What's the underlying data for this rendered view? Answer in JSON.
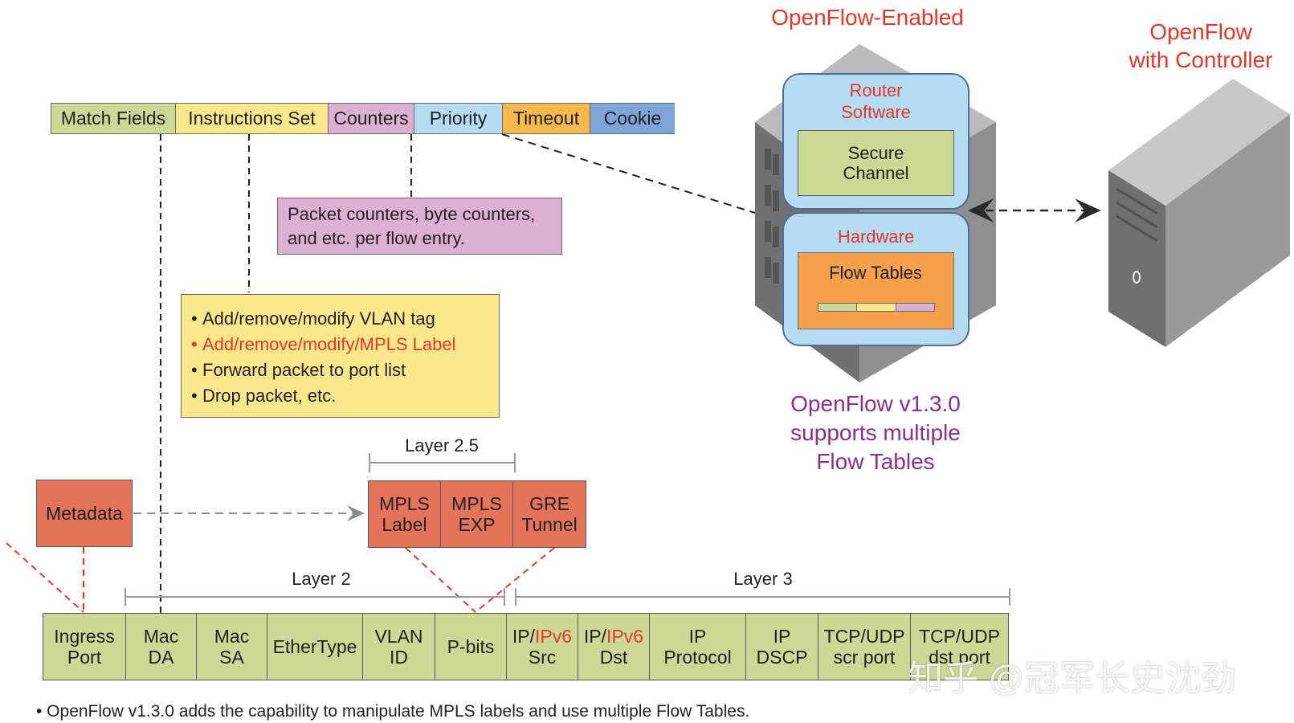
{
  "header_fields": [
    "Match Fields",
    "Instructions Set",
    "Counters",
    "Priority",
    "Timeout",
    "Cookie"
  ],
  "counters_note": "Packet counters, byte counters,\nand etc. per flow entry.",
  "instructions": [
    {
      "text": "Add/remove/modify VLAN tag",
      "red": false
    },
    {
      "text": "Add/remove/modify/MPLS Label",
      "red": true
    },
    {
      "text": "Forward packet to port list",
      "red": false
    },
    {
      "text": "Drop packet, etc.",
      "red": false
    }
  ],
  "layer25_label": "Layer 2.5",
  "mpls_cells": [
    "MPLS\nLabel",
    "MPLS\nEXP",
    "GRE\nTunnel"
  ],
  "metadata_label": "Metadata",
  "layer2_label": "Layer 2",
  "layer3_label": "Layer 3",
  "bottom_fields": [
    {
      "pre": "Ingress\nPort",
      "red": "",
      "post": ""
    },
    {
      "pre": "Mac\nDA",
      "red": "",
      "post": ""
    },
    {
      "pre": "Mac\nSA",
      "red": "",
      "post": ""
    },
    {
      "pre": "EtherType",
      "red": "",
      "post": ""
    },
    {
      "pre": "VLAN\nID",
      "red": "",
      "post": ""
    },
    {
      "pre": "P-bits",
      "red": "",
      "post": ""
    },
    {
      "pre": "IP/",
      "red": "IPv6",
      "post": "\nSrc"
    },
    {
      "pre": "IP/",
      "red": "IPv6",
      "post": "\nDst"
    },
    {
      "pre": "IP\nProtocol",
      "red": "",
      "post": ""
    },
    {
      "pre": "IP\nDSCP",
      "red": "",
      "post": ""
    },
    {
      "pre": "TCP/UDP\nscr port",
      "red": "",
      "post": ""
    },
    {
      "pre": "TCP/UDP\ndst port",
      "red": "",
      "post": ""
    }
  ],
  "footnote": "• OpenFlow v1.3.0 adds the capability to manipulate MPLS labels and use multiple Flow Tables.",
  "router": {
    "title": "OpenFlow-Enabled",
    "software_label": "Router\nSoftware",
    "secure_channel": "Secure\nChannel",
    "hardware_label": "Hardware",
    "flow_tables": "Flow Tables"
  },
  "controller_title": "OpenFlow\nwith Controller",
  "version_note": "OpenFlow v1.3.0\nsupports multiple\nFlow Tables",
  "watermark": "知乎 @冠军长史沈劲"
}
